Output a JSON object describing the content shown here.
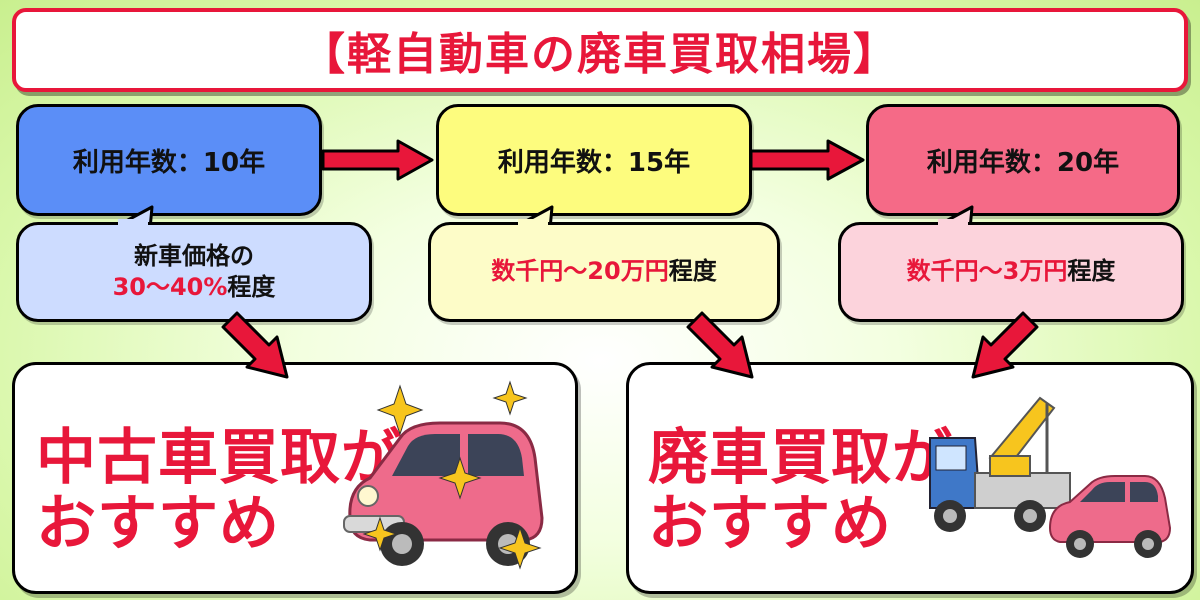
{
  "title": "【軽自動車の廃車買取相場】",
  "stages": [
    {
      "years": "利用年数：10年",
      "price_line1": "新車価格の",
      "price_red": "30～40%",
      "price_black": "程度",
      "color": "#5b8ef7",
      "sub_color": "#cddcff"
    },
    {
      "years": "利用年数：15年",
      "price_red": "数千円～20万円",
      "price_black": "程度",
      "color": "#fdfc7e",
      "sub_color": "#fdfcc8"
    },
    {
      "years": "利用年数：20年",
      "price_red": "数千円～3万円",
      "price_black": "程度",
      "color": "#f56a87",
      "sub_color": "#fcd3dc"
    }
  ],
  "recommendations": [
    {
      "line1": "中古車買取が",
      "line2": "おすすめ",
      "art_icon": "pink-car-sparkle-icon"
    },
    {
      "line1": "廃車買取が",
      "line2": "おすすめ",
      "art_icon": "tow-truck-icon"
    }
  ],
  "colors": {
    "accent_red": "#e8173a",
    "arrow_fill": "#e8173a"
  }
}
